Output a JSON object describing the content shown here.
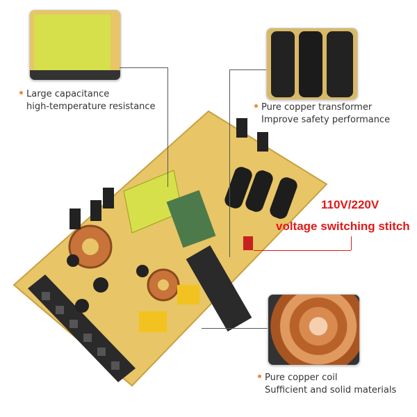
{
  "callouts": [
    {
      "id": "capacitance",
      "line1": "Large capacitance",
      "line2": "high-temperature resistance"
    },
    {
      "id": "transformer",
      "line1": "Pure copper transformer",
      "line2": "Improve safety performance"
    },
    {
      "id": "coil",
      "line1": "Pure copper coil",
      "line2": "Sufficient and solid materials"
    }
  ],
  "voltage_label": {
    "line1": "110V/220V",
    "line2": "voltage switching stitch"
  },
  "colors": {
    "accent_dot": "#f0883a",
    "red_text": "#e21818",
    "pcb": "#e8c566",
    "transformer": "#d6e04a",
    "copper": "#c8733a"
  }
}
